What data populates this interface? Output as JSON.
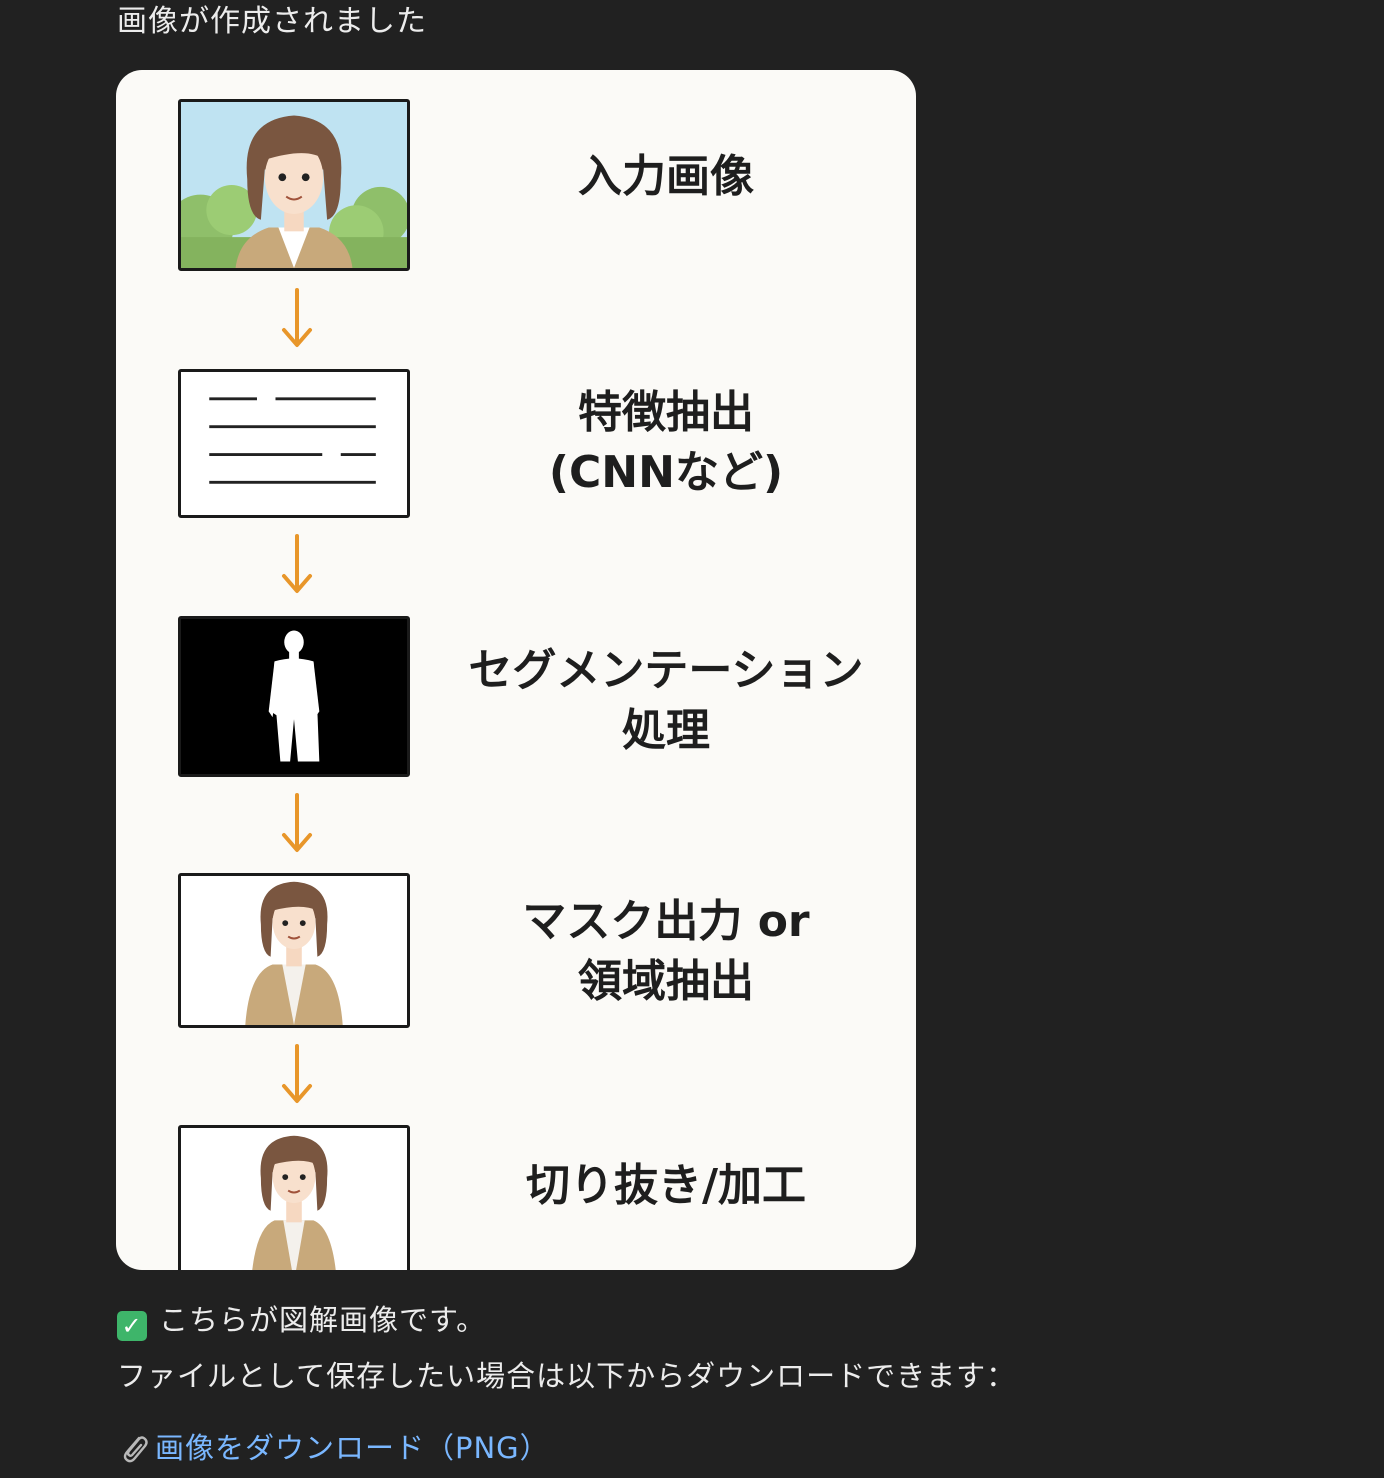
{
  "message": {
    "header": "画像が作成されました"
  },
  "diagram": {
    "steps": [
      {
        "label_line1": "入力画像",
        "label_line2": "",
        "icon": "portrait-outdoor-icon"
      },
      {
        "label_line1": "特徴抽出",
        "label_line2": "(CNNなど)",
        "icon": "text-lines-icon"
      },
      {
        "label_line1": "セグメンテーション",
        "label_line2": "処理",
        "icon": "silhouette-mask-icon"
      },
      {
        "label_line1": "マスク出力 or",
        "label_line2": "領域抽出",
        "icon": "portrait-white-bg-icon"
      },
      {
        "label_line1": "切り抜き/加工",
        "label_line2": "",
        "icon": "portrait-cutout-icon"
      }
    ],
    "arrow_color": "#e8962a"
  },
  "footer": {
    "check_icon": "check-mark-icon",
    "line1": "こちらが図解画像です。",
    "line2": "ファイルとして保存したい場合は以下からダウンロードできます：",
    "download_icon": "paperclip-icon",
    "download_label": "画像をダウンロード（PNG）"
  }
}
